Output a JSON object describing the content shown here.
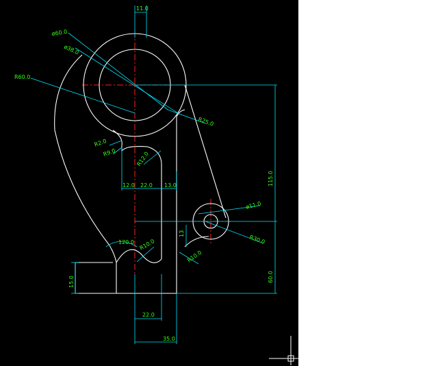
{
  "colors": {
    "background": "#000000",
    "outline": "#ffffff",
    "dimension": "#00e5ff",
    "dimension_text": "#39ff14",
    "centerline": "#ff2020"
  },
  "icons": {
    "cursor": "crosshair-cursor-icon"
  },
  "dimensions": {
    "top_width": "11.0",
    "dia_large": "ø60.0",
    "dia_inner": "ø38.0",
    "radius_outer": "R60.0",
    "radius_r25": "R25.0",
    "radius_r2": "R2.0",
    "radius_r9": "R9.0",
    "radius_r12": "R12.0",
    "seg_12": "12.0",
    "seg_22": "22.0",
    "seg_13": "13.0",
    "height_115": "115.0",
    "dia_small": "ø11.0",
    "dia_r30": "R30.0",
    "angle_120": "120.0",
    "radius_r10_left": "R10.0",
    "radius_r10_right": "R10.0",
    "dim_13_vert": "13",
    "base_height": "15.0",
    "height_60": "60.0",
    "bottom_22": "22.0",
    "bottom_35": "35.0"
  }
}
